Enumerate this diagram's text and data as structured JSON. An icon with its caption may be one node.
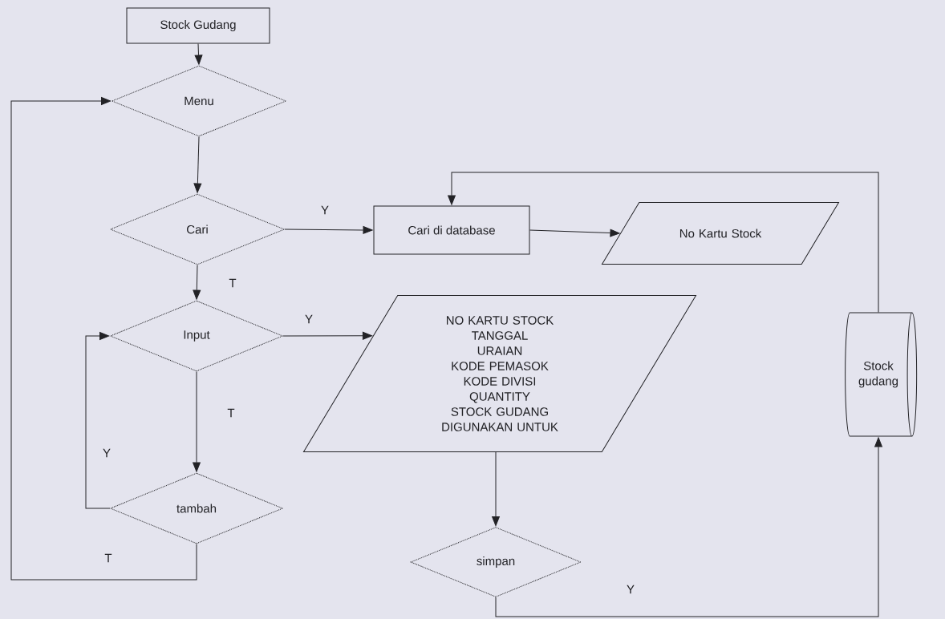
{
  "diagram": {
    "nodes": [
      {
        "text": [
          "Stock Gudang"
        ]
      },
      {
        "text": [
          "Menu"
        ]
      },
      {
        "text": [
          "Cari"
        ]
      },
      {
        "text": [
          "Cari di database"
        ]
      },
      {
        "text": [
          "No Kartu Stock"
        ]
      },
      {
        "text": [
          "Input"
        ]
      },
      {
        "text": [
          "NO KARTU STOCK",
          "TANGGAL",
          "URAIAN",
          "KODE PEMASOK",
          "KODE DIVISI",
          "QUANTITY",
          "STOCK GUDANG",
          "DIGUNAKAN UNTUK"
        ]
      },
      {
        "text": [
          "tambah"
        ]
      },
      {
        "text": [
          "simpan"
        ]
      },
      {
        "text": [
          "Stock gudang"
        ]
      }
    ],
    "edges": [
      {
        "from": 0,
        "to": 1,
        "arrow": "to"
      },
      {
        "from": 1,
        "to": 2,
        "arrow": "to"
      },
      {
        "from": 2,
        "to": 3,
        "arrow": "to",
        "label": "Y"
      },
      {
        "from": 2,
        "to": 5,
        "arrow": "to",
        "label": "T"
      },
      {
        "from": 3,
        "to": 4,
        "arrow": "to"
      },
      {
        "from": 5,
        "to": 6,
        "arrow": "to",
        "label": "Y"
      },
      {
        "from": 5,
        "to": 7,
        "arrow": "to",
        "label": "T"
      },
      {
        "from": 7,
        "to": 5,
        "arrow": "to",
        "label": "Y"
      },
      {
        "from": 7,
        "to": 1,
        "arrow": "to",
        "label": "T"
      },
      {
        "from": 6,
        "to": 8,
        "arrow": "to"
      },
      {
        "from": 8,
        "to": 9,
        "arrow": "to",
        "label": "Y"
      },
      {
        "from": 9,
        "to": 3,
        "arrow": "to"
      }
    ]
  }
}
